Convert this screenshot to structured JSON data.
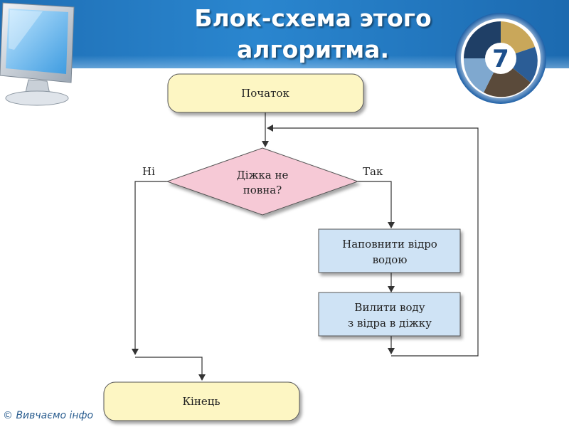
{
  "slide": {
    "title_line1": "Блок-схема этого",
    "title_line2": "алгоритма.",
    "footer": "© Вивчаємо інфо",
    "badge_number": "7"
  },
  "flowchart": {
    "start": "Початок",
    "decision_line1": "Діжка не",
    "decision_line2": "повна?",
    "no_label": "Ні",
    "yes_label": "Так",
    "action1_line1": "Наповнити відро",
    "action1_line2": "водою",
    "action2_line1": "Вилити воду",
    "action2_line2": "з відра в діжку",
    "end": "Кінець"
  },
  "colors": {
    "header_blue": "#2a86cf",
    "terminal_fill": "#fdf6c3",
    "decision_fill": "#f6c9d6",
    "process_fill": "#cfe3f5",
    "line": "#333333"
  },
  "icons": [
    "computer-monitor-icon",
    "book-logo-icon"
  ]
}
